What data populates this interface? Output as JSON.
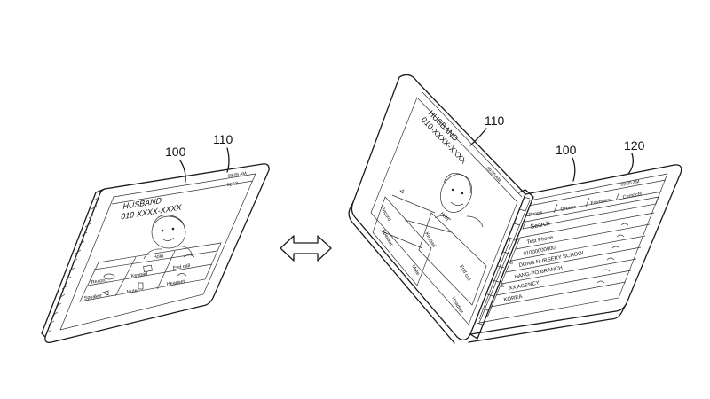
{
  "labels": {
    "device_ref": "100",
    "first_display_ref": "110",
    "second_display_ref": "120"
  },
  "folded_phone": {
    "status": "09:05 AM",
    "time": "02:18",
    "caller_name": "HUSBAND",
    "caller_number": "010-XXXX-XXXX",
    "hold_label": "Hold",
    "controls": [
      "Record",
      "Keypad",
      "End call",
      "Speaker",
      "Mute",
      "Headset"
    ]
  },
  "unfolded_phone": {
    "left_screen": {
      "status": "09:05 AM",
      "caller_name": "HUSBAND",
      "caller_number": "010-XXXX-XXXX",
      "hold_label": "Hold",
      "controls": [
        "Record",
        "Keypad",
        "End call",
        "Speaker",
        "Mute",
        "Headset"
      ]
    },
    "right_screen": {
      "status": "09:05 AM",
      "tabs": [
        "Phone",
        "Groups",
        "Favorites",
        "Contacts"
      ],
      "search_label": "Search",
      "index_letters": [
        "Me",
        "#",
        "#",
        "#",
        "B",
        "#",
        "E",
        "#"
      ],
      "contacts": [
        "Test Phone",
        "01000000000",
        "DONG NURSERY SCHOOL",
        "HANG-PO BRANCH",
        "XX AGENCY",
        "KOREA"
      ]
    }
  },
  "arrow_icon": "double-arrow-icon"
}
